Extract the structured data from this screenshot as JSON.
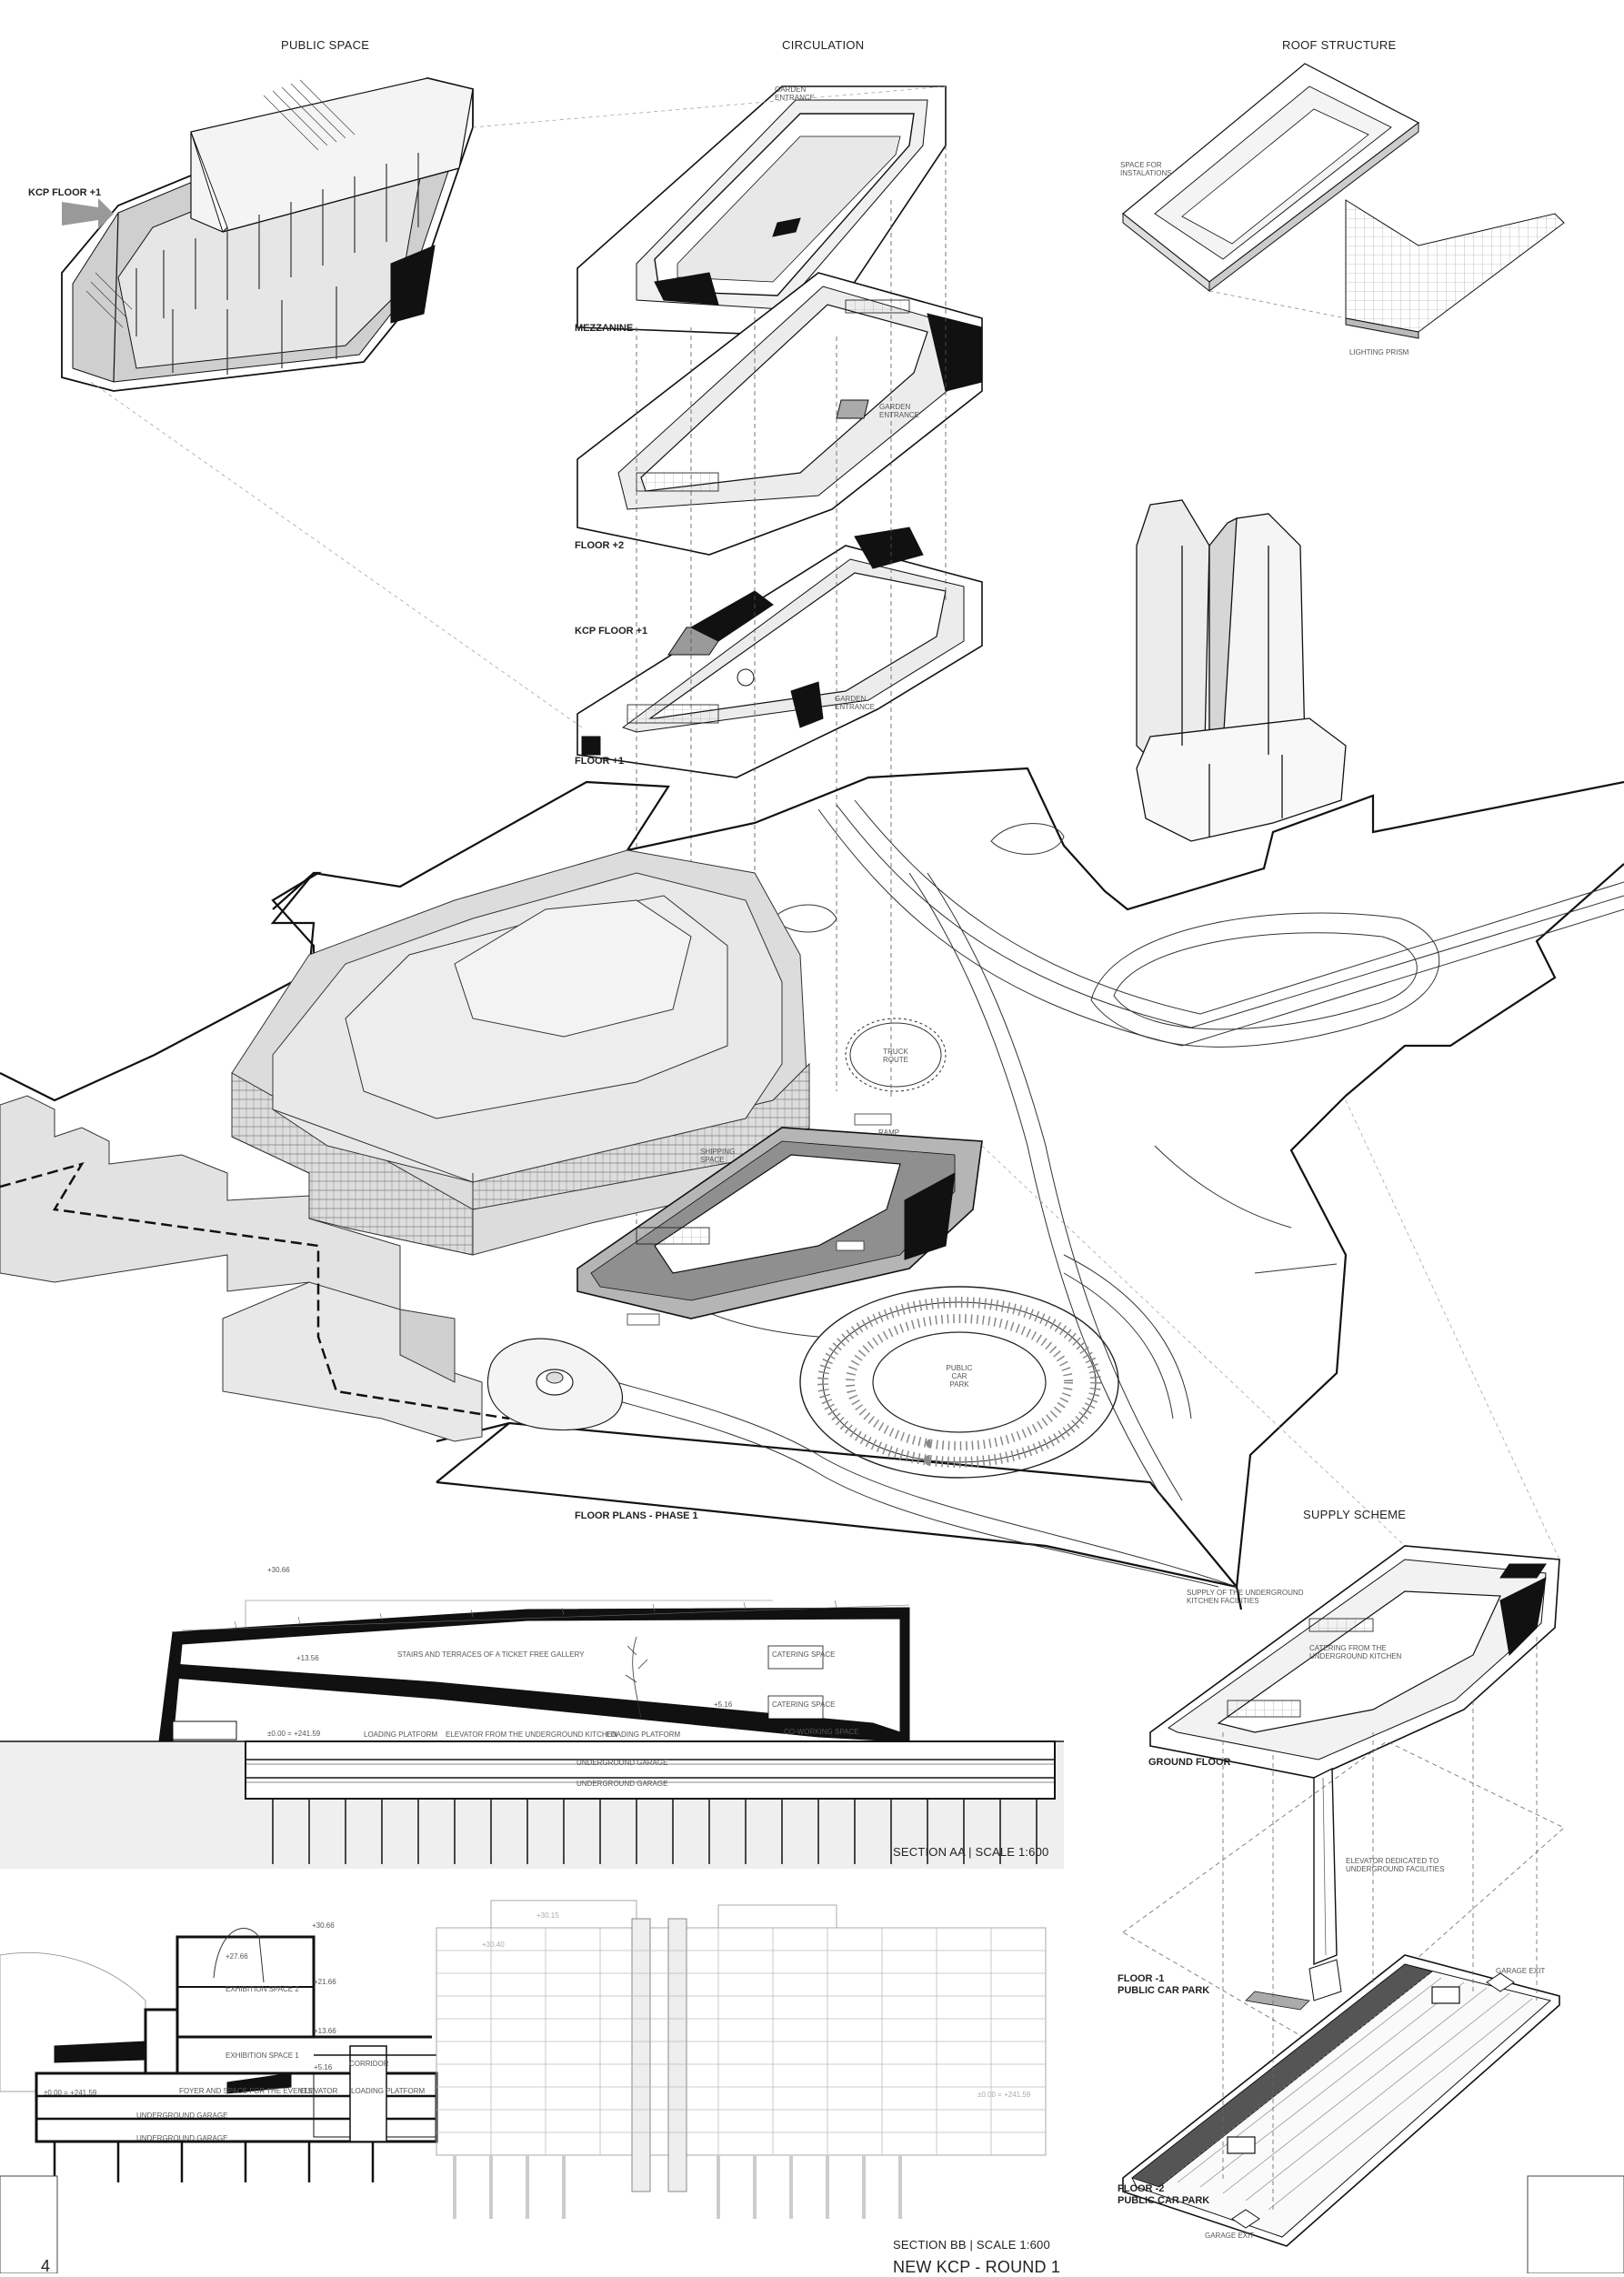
{
  "headers": {
    "public_space": "PUBLIC SPACE",
    "circulation": "CIRCULATION",
    "roof_structure": "ROOF STRUCTURE",
    "supply_scheme": "SUPPLY SCHEME"
  },
  "public_space": {
    "kcp_floor_arrow": "KCP FLOOR +1"
  },
  "circulation": {
    "garden_entrance_top": "GARDEN ENTRANCE",
    "mezzanine": "MEZZANINE",
    "garden_entrance_mid": "GARDEN ENTRANCE",
    "floor_plus2": "FLOOR +2",
    "kcp_floor_plus1": "KCP FLOOR +1",
    "garden_entrance_low": "GARDEN ENTRANCE",
    "floor_plus1": "FLOOR +1"
  },
  "roof": {
    "space_for_installations": "SPACE FOR INSTALATIONS",
    "lighting_prism": "LIGHTING PRISM"
  },
  "site_plan": {
    "truck_route": "TRUCK ROUTE",
    "ramp": "RAMP",
    "shipping_space": "SHIPPING SPACE",
    "public_car_park": "PUBLIC CAR PARK",
    "caption": "FLOOR PLANS - PHASE 1"
  },
  "section_aa": {
    "level_top": "+30.66",
    "gallery": "STAIRS AND TERRACES OF A TICKET FREE GALLERY",
    "catering_1": "CATERING SPACE",
    "catering_2": "CATERING SPACE",
    "coworking": "CO-WORKING SPACE",
    "level_1356": "+13.56",
    "level_516": "+5.16",
    "level_ground": "±0.00 = +241.59",
    "loading_1": "LOADING PLATFORM",
    "elevator": "ELEVATOR FROM THE UNDERGROUND KITCHEN",
    "loading_2": "LOADING PLATFORM",
    "garage_1": "UNDERGROUND GARAGE",
    "garage_2": "UNDERGROUND GARAGE",
    "caption": "SECTION AA  |  SCALE 1:600"
  },
  "section_bb": {
    "level_3066": "+30.66",
    "level_2766": "+27.66",
    "exhibition_2": "EXHIBITION SPACE 2",
    "level_2166": "+21.66",
    "level_1366": "+13.66",
    "exhibition_1": "EXHIBITION SPACE 1",
    "corridor": "CORRIDOR",
    "level_516": "+5.16",
    "level_ground": "±0.00 = +241.59",
    "foyer": "FOYER AND SPACE FOR THE EVENTS",
    "elevator": "ELEVATOR",
    "loading": "LOADING PLATFORM",
    "garage_1": "UNDERGROUND GARAGE",
    "garage_2": "UNDERGROUND GARAGE",
    "existing_top": "+30.15",
    "existing_mid": "+30.40",
    "existing_right": "±0.00 = +241.59",
    "caption": "SECTION BB  |  SCALE 1:600"
  },
  "supply": {
    "supply_underground": "SUPPLY OF THE UNDERGROUND KITCHEN FACILITIES",
    "catering_kitchen": "CATERING FROM THE UNDERGROUND KITCHEN",
    "ground_floor": "GROUND FLOOR",
    "elevator_dedicated": "ELEVATOR DEDICATED TO UNDERGROUND FACILITIES",
    "floor_minus1": "FLOOR -1",
    "public_car_park_1": "PUBLIC CAR PARK",
    "garage_exit_1": "GARAGE EXIT",
    "floor_minus2": "FLOOR -2",
    "public_car_park_2": "PUBLIC CAR PARK",
    "garage_exit_2": "GARAGE EXIT"
  },
  "footer": {
    "page_number": "4",
    "project_title": "NEW KCP - ROUND 1"
  }
}
